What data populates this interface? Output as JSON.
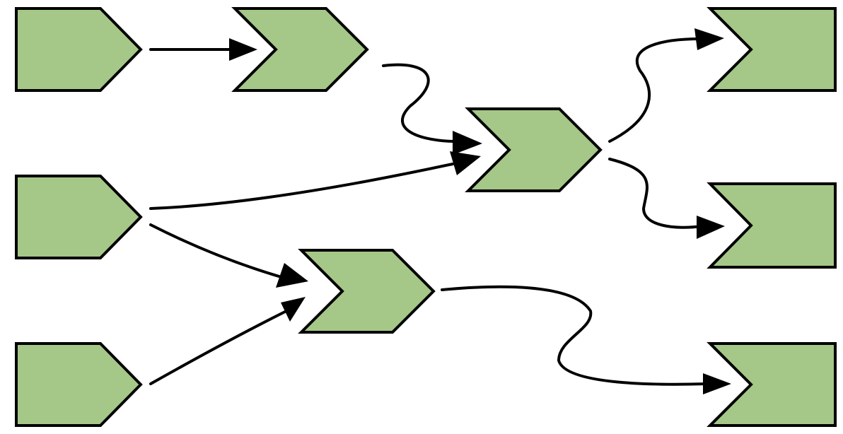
{
  "colors": {
    "node_fill": "#a5c888",
    "stroke": "#000000",
    "background": "#ffffff"
  },
  "nodes": [
    {
      "id": "source-1",
      "shape": "pentagon-arrow"
    },
    {
      "id": "source-2",
      "shape": "pentagon-arrow"
    },
    {
      "id": "source-3",
      "shape": "pentagon-arrow"
    },
    {
      "id": "step-a",
      "shape": "chevron"
    },
    {
      "id": "step-b",
      "shape": "chevron"
    },
    {
      "id": "step-c",
      "shape": "chevron"
    },
    {
      "id": "target-1",
      "shape": "notched-rectangle"
    },
    {
      "id": "target-2",
      "shape": "notched-rectangle"
    },
    {
      "id": "target-3",
      "shape": "notched-rectangle"
    }
  ],
  "edges": [
    {
      "from": "source-1",
      "to": "step-a",
      "style": "straight"
    },
    {
      "from": "step-a",
      "to": "step-b",
      "style": "wavy"
    },
    {
      "from": "source-2",
      "to": "step-b",
      "style": "curved"
    },
    {
      "from": "source-2",
      "to": "step-c",
      "style": "curved"
    },
    {
      "from": "source-3",
      "to": "step-c",
      "style": "straight"
    },
    {
      "from": "step-b",
      "to": "target-1",
      "style": "wavy"
    },
    {
      "from": "step-b",
      "to": "target-2",
      "style": "wavy"
    },
    {
      "from": "step-c",
      "to": "target-3",
      "style": "wavy"
    }
  ]
}
